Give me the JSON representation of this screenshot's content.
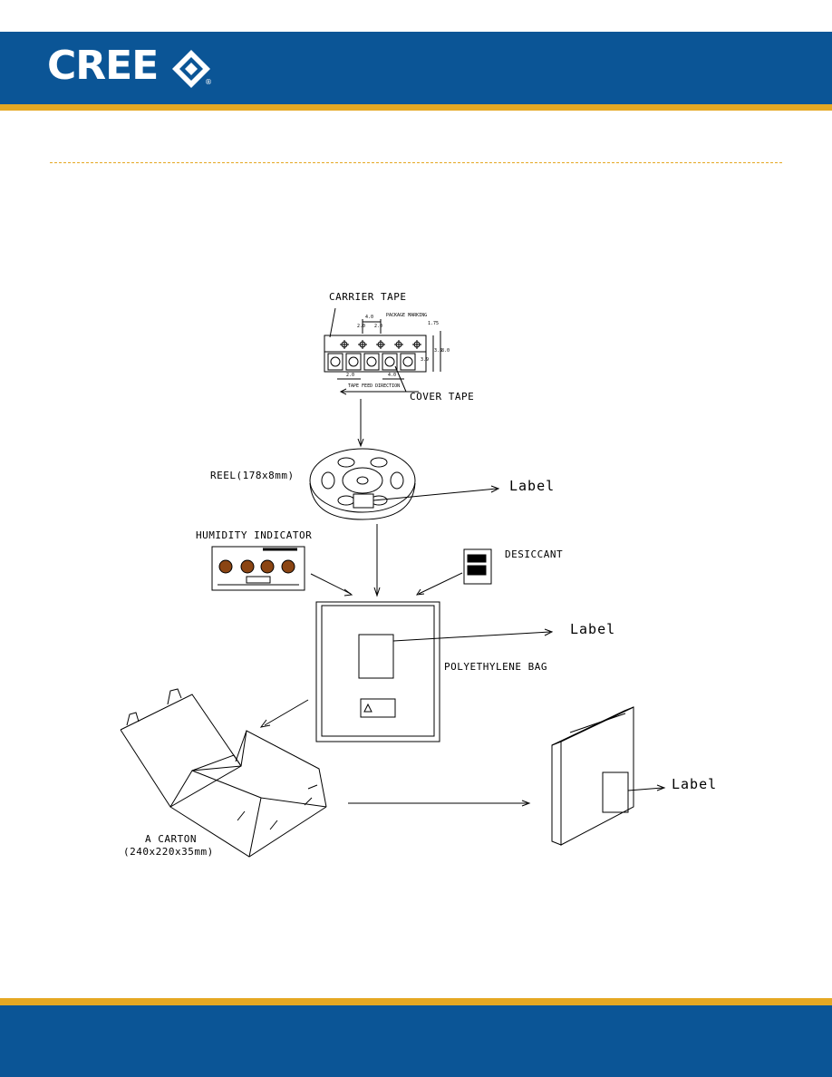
{
  "brand": {
    "logo_text": "CREE",
    "registered_mark": "®",
    "colors": {
      "header": "#0b5596",
      "accent": "#e5a823"
    }
  },
  "diagram": {
    "carrier_tape": "CARRIER TAPE",
    "cover_tape": "COVER TAPE",
    "package_marking": "PACKAGE MARKING",
    "tape_feed_direction": "TAPE FEED DIRECTION",
    "dim_pitch": "4.0",
    "dim_pitch_bottom": "4.0",
    "dim_hole": "2.0",
    "dim_small": "2.0",
    "dim_width": "8.0",
    "dim_inner": "3.5",
    "dim_pocket": "3.9",
    "dim_edge": "1.75",
    "reel": "REEL(178x8mm)",
    "reel_label": "Label",
    "humidity_indicator": "HUMIDITY INDICATOR",
    "desiccant": "DESICCANT",
    "bag_label": "Label",
    "polyethylene_bag": "POLYETHYLENE BAG",
    "carton": "A CARTON",
    "carton_size": "(240x220x35mm)",
    "box_label": "Label"
  }
}
